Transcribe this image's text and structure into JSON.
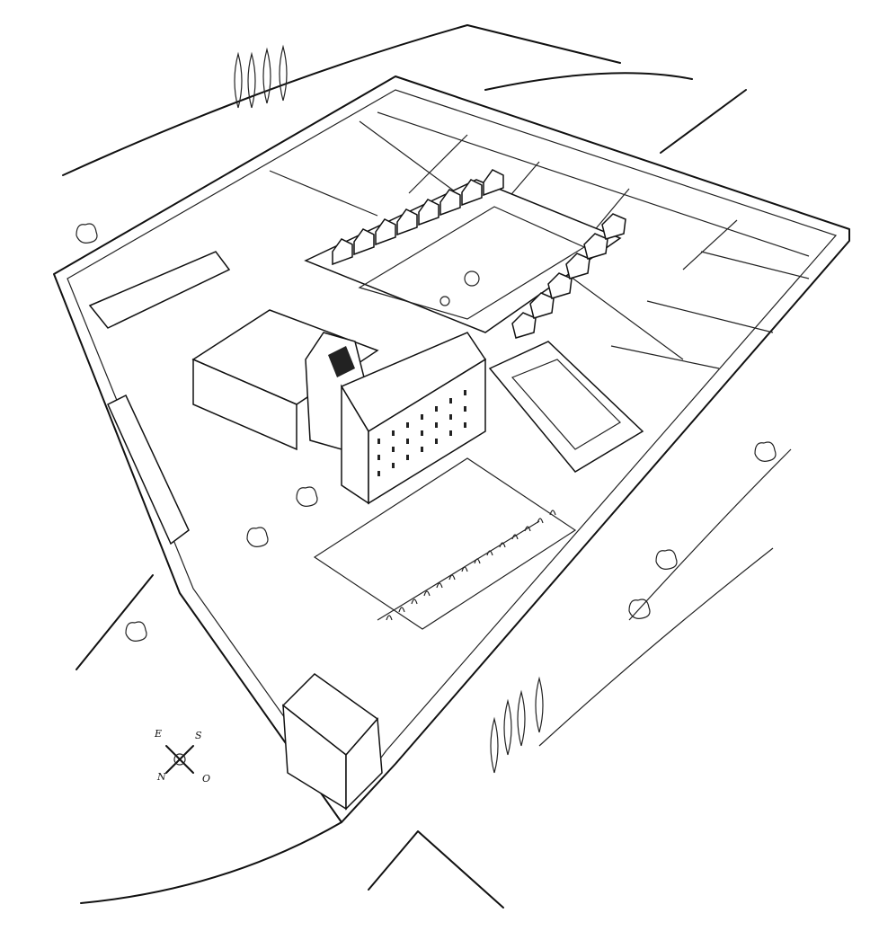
{
  "compass": {
    "east": "E",
    "south": "S",
    "north": "N",
    "west": "O"
  }
}
